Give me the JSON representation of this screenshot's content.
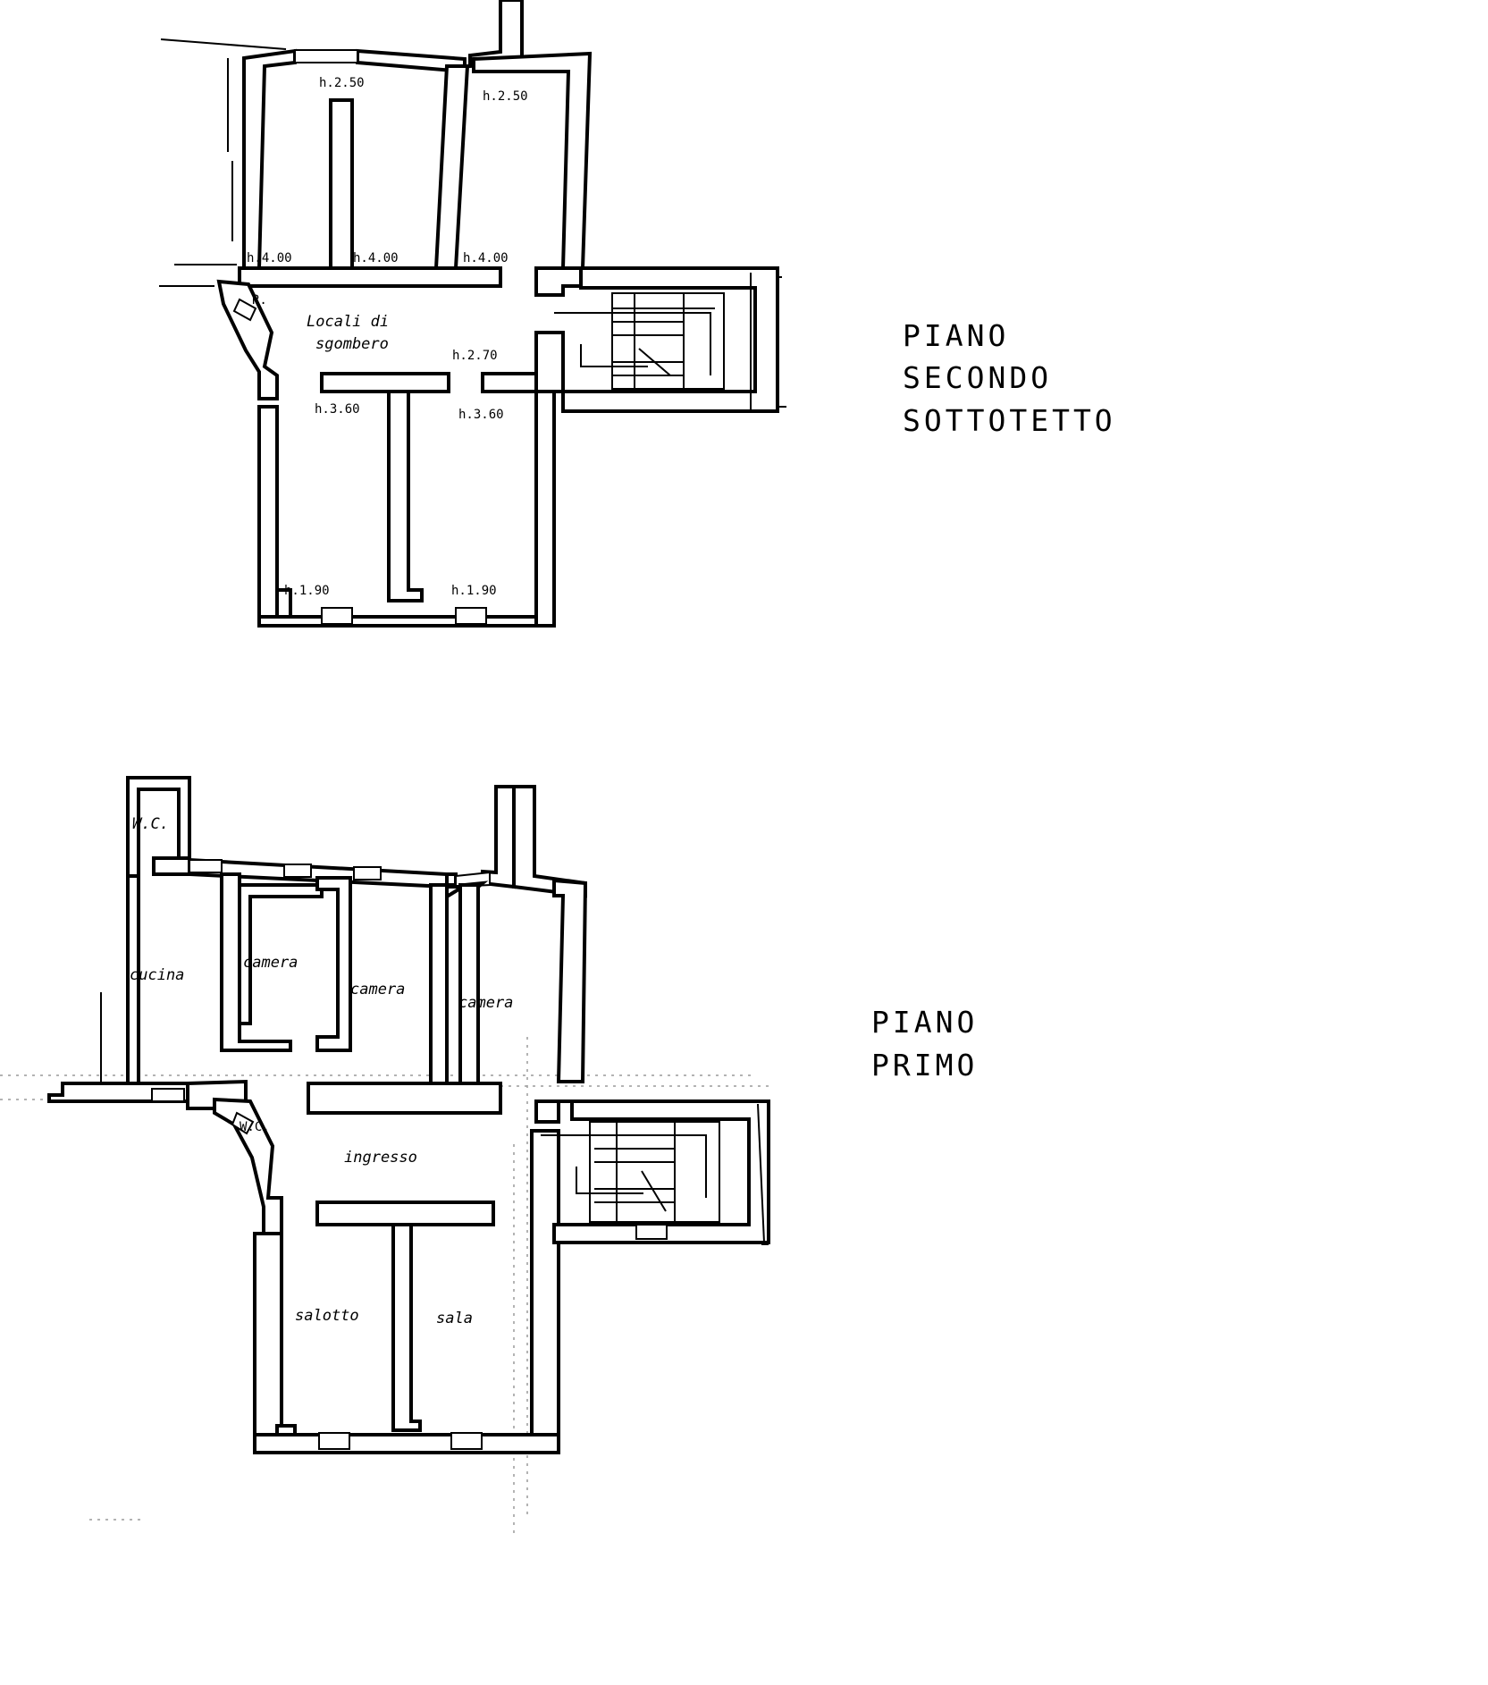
{
  "plans": {
    "second_floor": {
      "title_lines": [
        "PIANO",
        "SECONDO",
        "SOTTOTETTO"
      ],
      "room_label": "Locali di sgombero",
      "heights": [
        "h.2.50",
        "h.2.50",
        "h.4.00",
        "h.4.00",
        "h.4.00",
        "h.2.70",
        "h.3.60",
        "h.3.60",
        "h.1.90",
        "h.1.90"
      ],
      "small_label": "R."
    },
    "first_floor": {
      "title_lines": [
        "PIANO",
        "PRIMO"
      ],
      "rooms": [
        "W.C.",
        "cucina",
        "camera",
        "camera",
        "camera",
        "W.C.",
        "ingresso",
        "salotto",
        "sala"
      ]
    }
  }
}
